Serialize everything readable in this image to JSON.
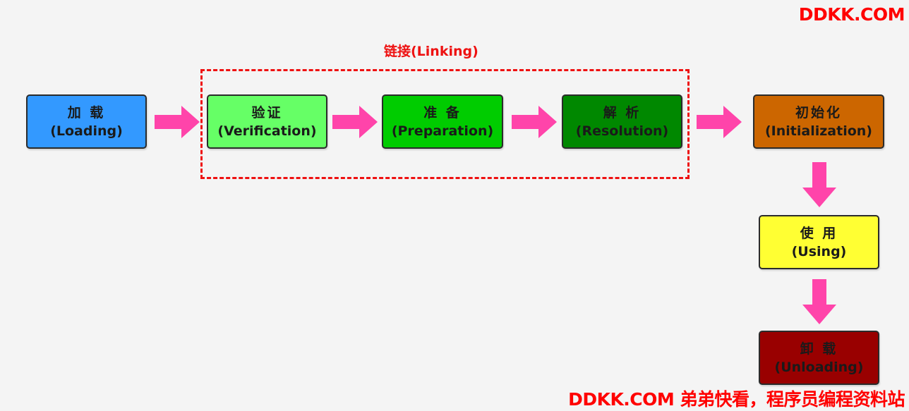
{
  "watermark": {
    "top": "DDKK.COM",
    "bottom": "DDKK.COM 弟弟快看，程序员编程资料站"
  },
  "linking_group": {
    "label": "链接(Linking)"
  },
  "stages": {
    "loading": {
      "cn": "加 载",
      "en": "(Loading)",
      "color": "#3399ff",
      "text_color": "#1a1a1a"
    },
    "verification": {
      "cn": "验证",
      "en": "(Verification)",
      "color": "#66ff66",
      "text_color": "#1a1a1a"
    },
    "preparation": {
      "cn": "准 备",
      "en": "(Preparation)",
      "color": "#00cc00",
      "text_color": "#1a1a1a"
    },
    "resolution": {
      "cn": "解 析",
      "en": "(Resolution)",
      "color": "#008800",
      "text_color": "#1a1a1a"
    },
    "initialization": {
      "cn": "初始化",
      "en": "(Initialization)",
      "color": "#cc6600",
      "text_color": "#1a1a1a"
    },
    "using": {
      "cn": "使 用",
      "en": "(Using)",
      "color": "#ffff33",
      "text_color": "#1a1a1a"
    },
    "unloading": {
      "cn": "卸 载",
      "en": "(Unloading)",
      "color": "#990000",
      "text_color": "#1a1a1a"
    }
  },
  "colors": {
    "arrow": "#ff44aa",
    "group_border": "#ee1111",
    "watermark": "#ff0000"
  }
}
